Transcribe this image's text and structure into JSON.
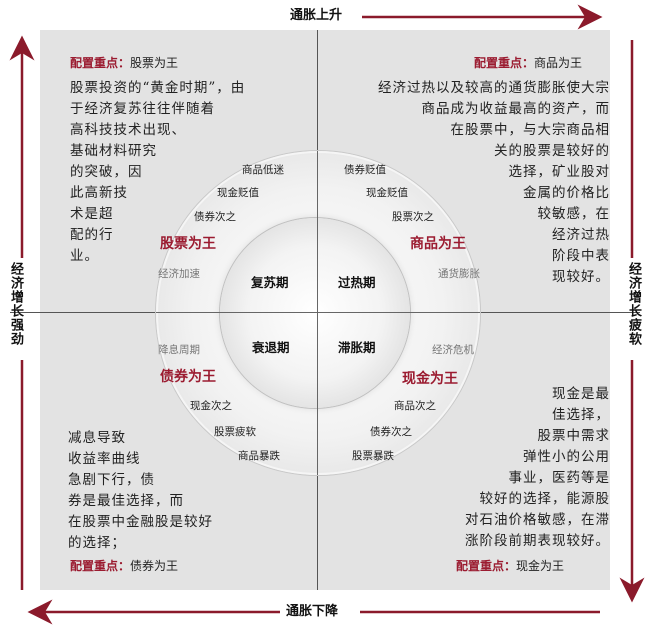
{
  "axes": {
    "top": "通胀上升",
    "bottom": "通胀下降",
    "left": "经济增长强劲",
    "right": "经济增长疲软"
  },
  "focus_prefix": "配置重点：",
  "quadrants": {
    "top_left": {
      "focus_value": "股票为王",
      "paragraph": [
        "股票投资的“黄金时期”，由",
        "于经济复苏往往伴随着",
        "高科技技术出现、",
        "基础材料研究",
        "的突破，因",
        "此高新技",
        "术是超",
        "配的行",
        "业。"
      ],
      "king": "股票为王",
      "assets": [
        "商品低迷",
        "现金贬值",
        "债券次之"
      ],
      "condition": "经济加速"
    },
    "top_right": {
      "focus_value": "商品为王",
      "paragraph": [
        "经济过热以及较高的通货膨胀使大宗",
        "商品成为收益最高的资产，而",
        "在股票中，与大宗商品相",
        "关的股票是较好的",
        "选择，矿业股对",
        "金属的价格比",
        "较敏感，在",
        "经济过热",
        "阶段中表",
        "现较好。"
      ],
      "king": "商品为王",
      "assets": [
        "债券贬值",
        "现金贬值",
        "股票次之"
      ],
      "condition": "通货膨胀"
    },
    "bottom_left": {
      "focus_value": "债券为王",
      "paragraph": [
        "减息导致",
        "收益率曲线",
        "急剧下行，债",
        "券是最佳选择，而",
        "在股票中金融股是较好",
        "的选择；"
      ],
      "king": "债券为王",
      "assets": [
        "现金次之",
        "股票疲软",
        "商品暴跌"
      ],
      "condition": "降息周期"
    },
    "bottom_right": {
      "focus_value": "现金为王",
      "paragraph": [
        "现金是最",
        "佳选择，",
        "股票中需求",
        "弹性小的公用",
        "事业，医药等是",
        "较好的选择，能源股",
        "对石油价格敏感，在滞",
        "涨阶段前期表现较好。"
      ],
      "king": "现金为王",
      "assets": [
        "商品次之",
        "债券次之",
        "股票暴跌"
      ],
      "condition": "经济危机"
    }
  },
  "phases": {
    "top_left": "复苏期",
    "top_right": "过热期",
    "bottom_left": "衰退期",
    "bottom_right": "滞胀期"
  },
  "colors": {
    "accent": "#9b1b30",
    "background": "#e3e3e3"
  }
}
